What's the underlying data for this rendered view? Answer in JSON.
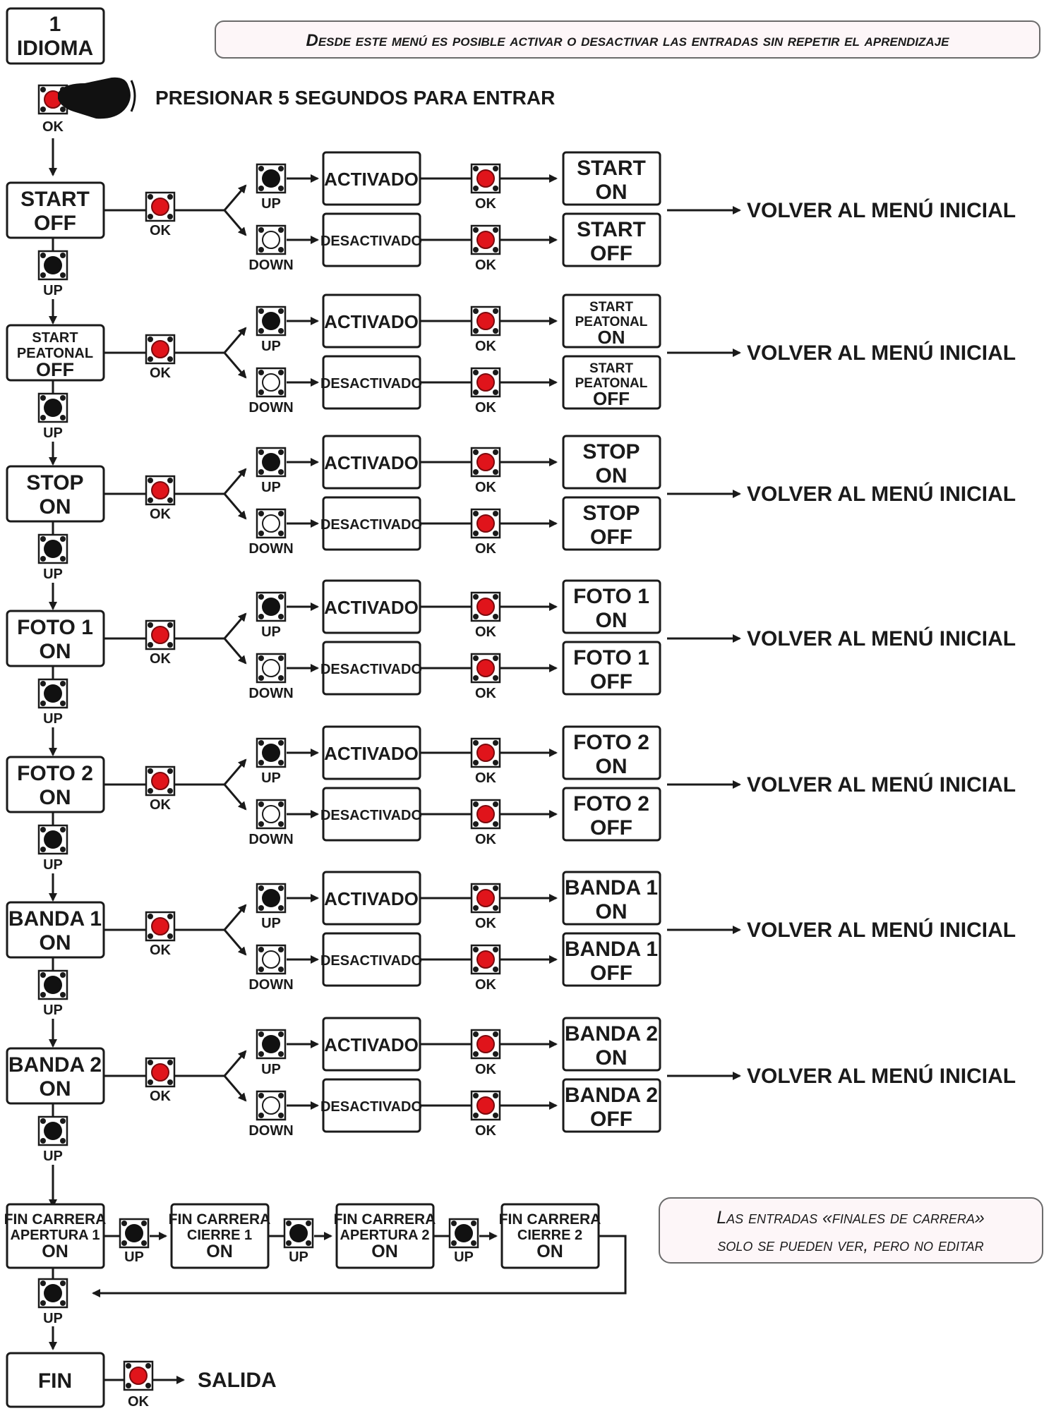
{
  "header_note": "Desde este menú es posible activar o desactivar las entradas sin repetir el aprendizaje",
  "start_box": {
    "line1": "1",
    "line2": "IDIOMA"
  },
  "press_instruction": "PRESIONAR 5 SEGUNDOS PARA ENTRAR",
  "labels": {
    "ok": "OK",
    "up": "UP",
    "down": "DOWN",
    "activado": "ACTIVADO",
    "desactivado": "DESACTIVADO",
    "volver": "VOLVER AL MENÚ INICIAL",
    "salida": "SALIDA",
    "fin": "FIN"
  },
  "menus": [
    {
      "id": "start",
      "left": [
        "START",
        "OFF"
      ],
      "on": [
        "START",
        "ON"
      ],
      "off": [
        "START",
        "OFF"
      ]
    },
    {
      "id": "start-peatonal",
      "left": [
        "START",
        "PEATONAL",
        "OFF"
      ],
      "on": [
        "START",
        "PEATONAL",
        "ON"
      ],
      "off": [
        "START",
        "PEATONAL",
        "OFF"
      ]
    },
    {
      "id": "stop",
      "left": [
        "STOP",
        "ON"
      ],
      "on": [
        "STOP",
        "ON"
      ],
      "off": [
        "STOP",
        "OFF"
      ]
    },
    {
      "id": "foto1",
      "left": [
        "FOTO 1",
        "ON"
      ],
      "on": [
        "FOTO 1",
        "ON"
      ],
      "off": [
        "FOTO 1",
        "OFF"
      ]
    },
    {
      "id": "foto2",
      "left": [
        "FOTO 2",
        "ON"
      ],
      "on": [
        "FOTO 2",
        "ON"
      ],
      "off": [
        "FOTO 2",
        "OFF"
      ]
    },
    {
      "id": "banda1",
      "left": [
        "BANDA 1",
        "ON"
      ],
      "on": [
        "BANDA 1",
        "ON"
      ],
      "off": [
        "BANDA 1",
        "OFF"
      ]
    },
    {
      "id": "banda2",
      "left": [
        "BANDA 2",
        "ON"
      ],
      "on": [
        "BANDA 2",
        "ON"
      ],
      "off": [
        "BANDA 2",
        "OFF"
      ]
    }
  ],
  "fin_carrera": [
    [
      "FIN CARRERA",
      "APERTURA 1",
      "ON"
    ],
    [
      "FIN CARRERA",
      "CIERRE 1",
      "ON"
    ],
    [
      "FIN CARRERA",
      "APERTURA 2",
      "ON"
    ],
    [
      "FIN CARRERA",
      "CIERRE 2",
      "ON"
    ]
  ],
  "fin_carrera_note": [
    "Las entradas «finales de carrera»",
    "solo se pueden ver, pero no editar"
  ],
  "colors": {
    "red_button": "#e0141b",
    "box_fill": "#ffffff",
    "note_fill": "#fdf6f8",
    "ink": "#1a1a1a"
  },
  "icons": {
    "pointing_hand": "hand-pointing-icon",
    "button_red": "red-pushbutton-icon",
    "button_black": "black-pushbutton-icon",
    "button_white": "white-pushbutton-icon"
  }
}
